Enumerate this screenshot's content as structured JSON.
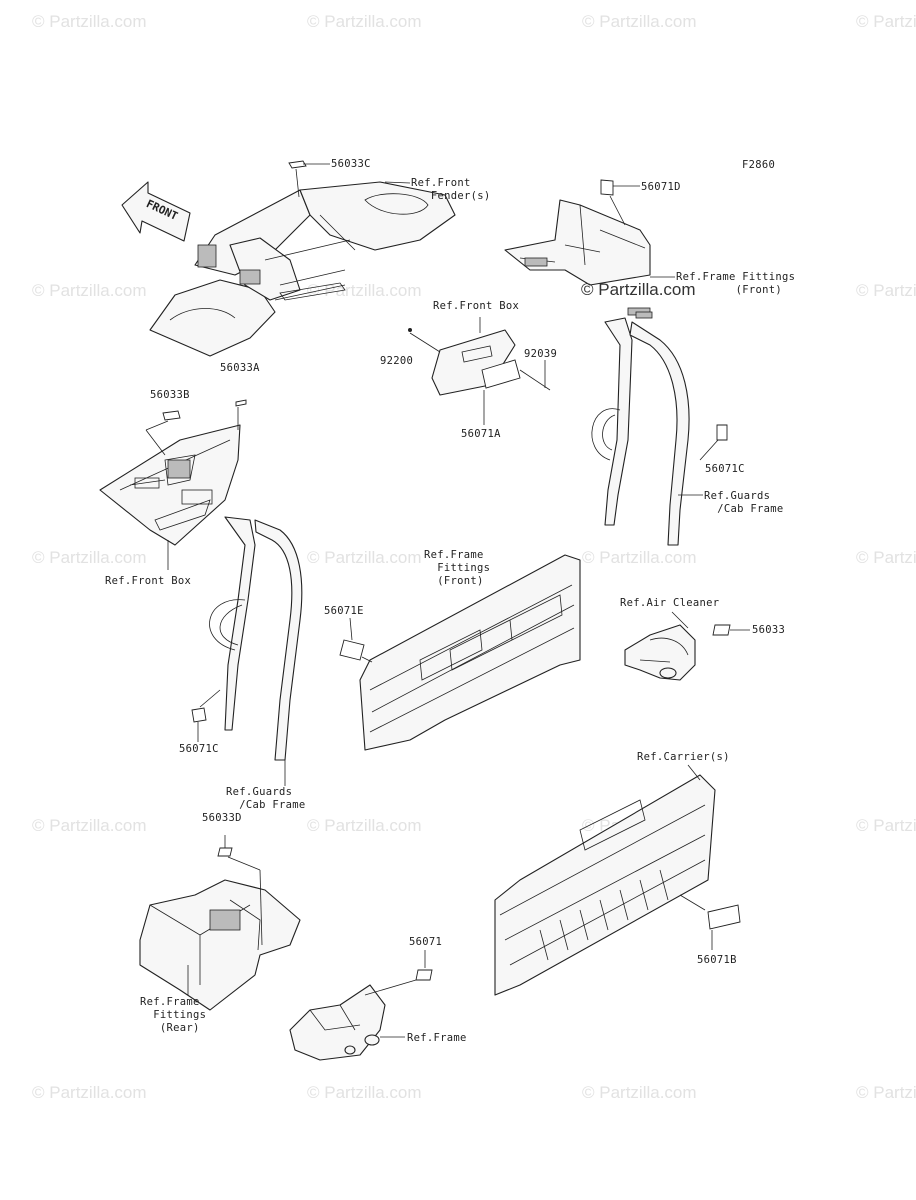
{
  "diagram": {
    "figure_code": "F2860",
    "center_watermark": "© Partzilla.com",
    "watermark_text": "© Partzilla.com",
    "front_arrow_label": "FRONT",
    "labels": {
      "p56033C": "56033C",
      "ref_front_fender": "Ref.Front\n   Fender(s)",
      "p56071D": "56071D",
      "ref_frame_fittings_front_top": "Ref.Frame Fittings\n         (Front)",
      "ref_front_box_top": "Ref.Front Box",
      "p92200": "92200",
      "p92039": "92039",
      "p56071A": "56071A",
      "p56033B": "56033B",
      "p56033A": "56033A",
      "p56071C_right": "56071C",
      "ref_guards_right": "Ref.Guards\n  /Cab Frame",
      "ref_front_box_left": "Ref.Front Box",
      "ref_frame_fittings_center": "Ref.Frame\n  Fittings\n  (Front)",
      "p56071E": "56071E",
      "ref_air_cleaner": "Ref.Air Cleaner",
      "p56033": "56033",
      "p56071C_left": "56071C",
      "ref_guards_left": "Ref.Guards\n  /Cab Frame",
      "ref_carriers": "Ref.Carrier(s)",
      "p56033D": "56033D",
      "p56071B": "56071B",
      "p56071": "56071",
      "ref_frame_fittings_rear": "Ref.Frame\n  Fittings\n   (Rear)",
      "ref_frame": "Ref.Frame"
    }
  }
}
